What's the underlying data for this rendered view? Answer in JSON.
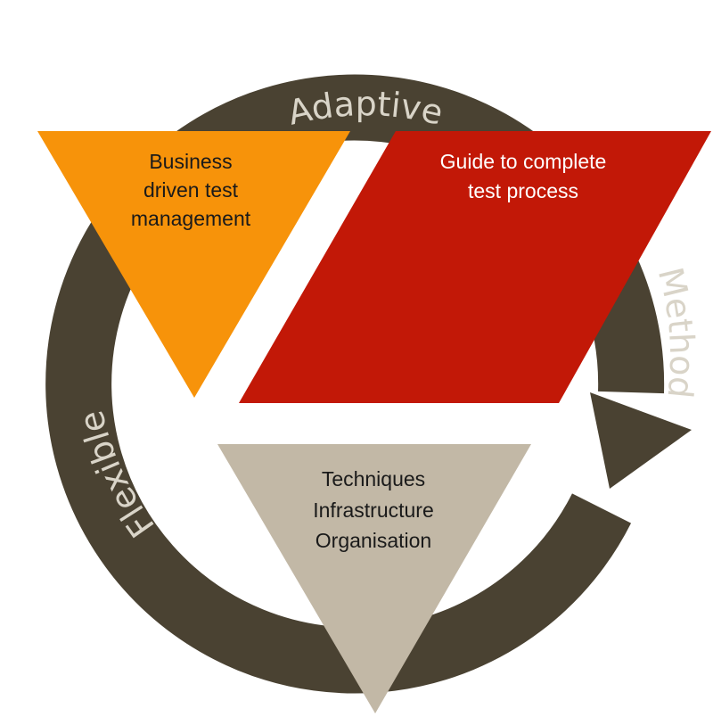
{
  "ring": {
    "top_label": "Adaptive",
    "right_label": "Method",
    "left_label": "Flexible"
  },
  "shapes": {
    "orange": {
      "lines": [
        "Business",
        "driven test",
        "management"
      ]
    },
    "red": {
      "lines": [
        "Guide to complete",
        "test process"
      ]
    },
    "gray": {
      "lines": [
        "Techniques",
        "Infrastructure",
        "Organisation"
      ]
    }
  },
  "colors": {
    "ring": "#4a4232",
    "ring_text": "#d9d4c8",
    "orange": "#f7930a",
    "red": "#c21807",
    "gray": "#c2b8a6"
  }
}
